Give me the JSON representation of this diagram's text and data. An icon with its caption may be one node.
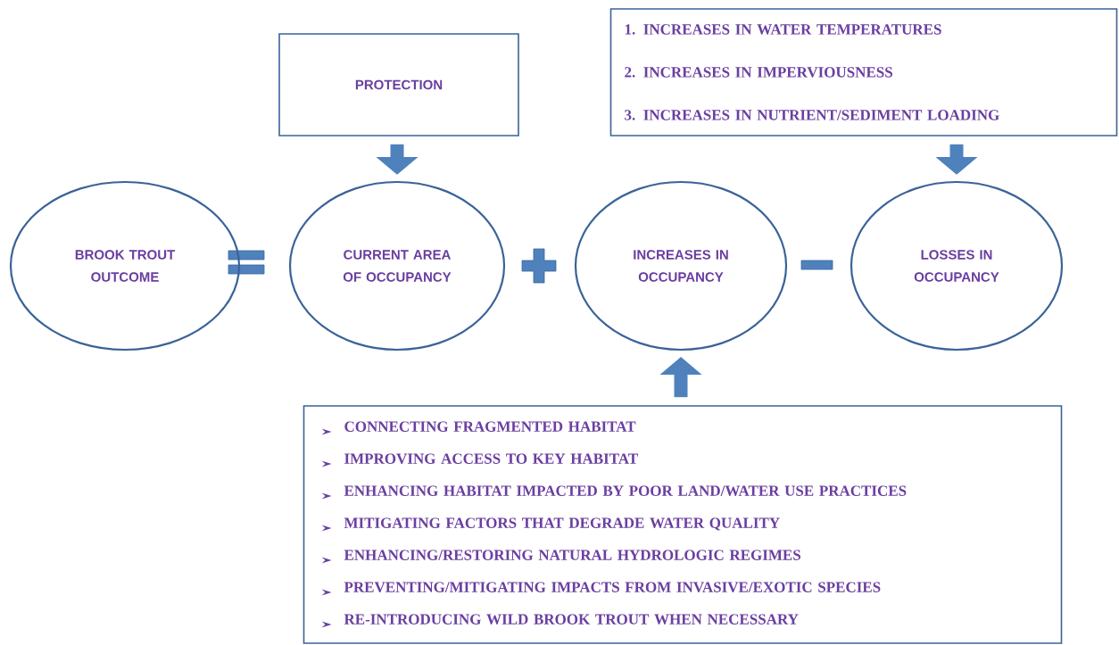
{
  "diagram": {
    "nodes": [
      {
        "text": [
          "BROOK TROUT OUTCOME"
        ]
      },
      {
        "text": [
          "CURRENT AREA OF OCCUPANCY"
        ]
      },
      {
        "text": [
          "INCREASES IN OCCUPANCY"
        ]
      },
      {
        "text": [
          "LOSSES IN OCCUPANCY"
        ]
      },
      {
        "text": [
          "PROTECTION"
        ]
      },
      {
        "text": [
          "1. INCREASES IN WATER TEMPERATURES",
          "2. INCREASES IN IMPERVIOUSNESS",
          "3. INCREASES IN NUTRIENT/SEDIMENT LOADING"
        ]
      },
      {
        "text": [
          "CONNECTING FRAGMENTED HABITAT",
          "IMPROVING ACCESS TO KEY HABITAT",
          "ENHANCING HABITAT IMPACTED BY POOR LAND/WATER USE PRACTICES",
          "MITIGATING FACTORS THAT DEGRADE WATER QUALITY",
          "ENHANCING/RESTORING NATURAL HYDROLOGIC REGIMES",
          "PREVENTING/MITIGATING IMPACTS FROM INVASIVE/EXOTIC SPECIES",
          "RE-INTRODUCING WILD BROOK TROUT WHEN NECESSARY"
        ]
      }
    ],
    "edges": [
      {
        "from": 4,
        "to": 1,
        "arrow": "to"
      },
      {
        "from": 5,
        "to": 3,
        "arrow": "to"
      },
      {
        "from": 6,
        "to": 2,
        "arrow": "to"
      }
    ]
  }
}
